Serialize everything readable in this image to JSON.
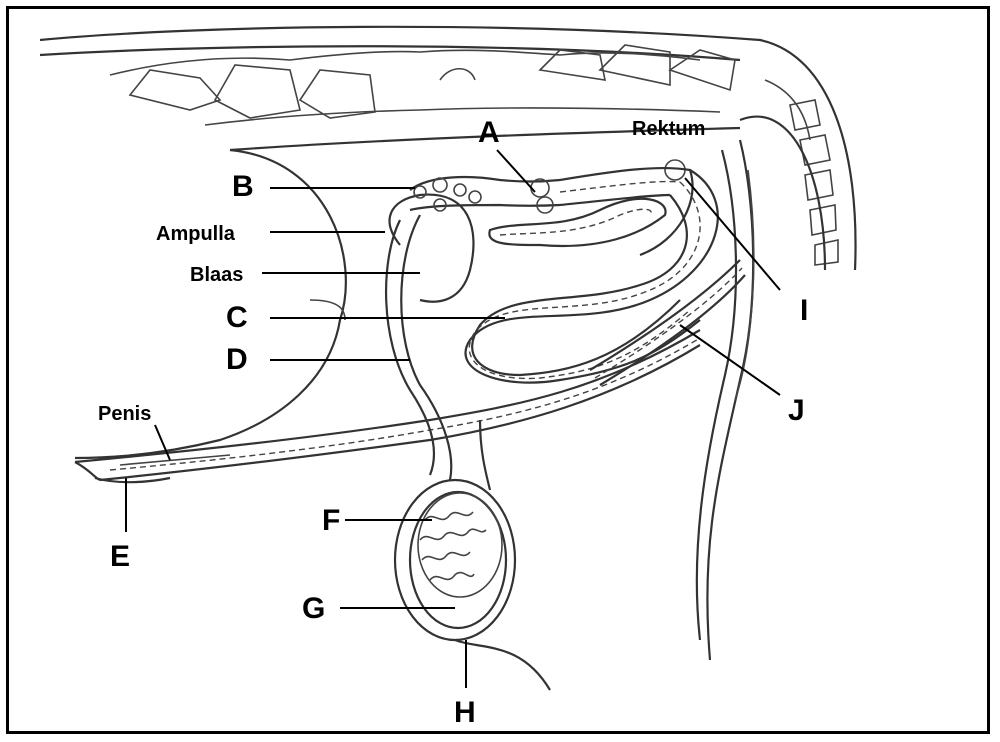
{
  "diagram": {
    "labels": {
      "A": "A",
      "B": "B",
      "C": "C",
      "D": "D",
      "E": "E",
      "F": "F",
      "G": "G",
      "H": "H",
      "I": "I",
      "J": "J",
      "rektum": "Rektum",
      "ampulla": "Ampulla",
      "blaas": "Blaas",
      "penis": "Penis"
    }
  }
}
